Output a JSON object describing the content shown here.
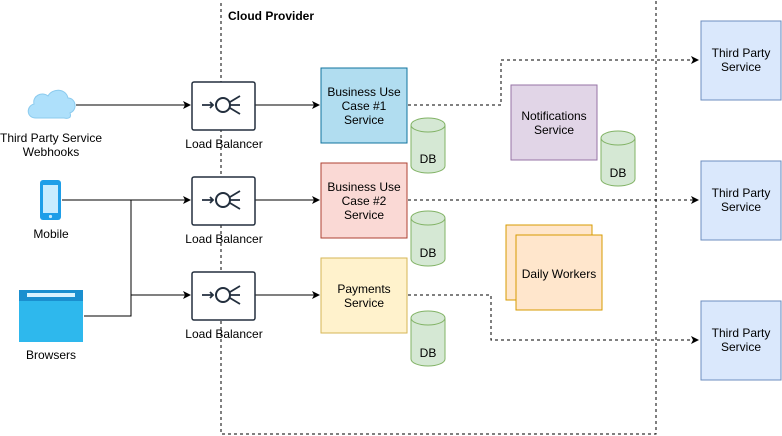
{
  "cloud": {
    "title": "Cloud Provider"
  },
  "clients": {
    "webhooks": {
      "line1": "Third Party Service",
      "line2": "Webhooks",
      "icon": "cloud-icon"
    },
    "mobile": {
      "label": "Mobile",
      "icon": "mobile-phone-icon"
    },
    "browsers": {
      "label": "Browsers",
      "icon": "browser-window-icon"
    }
  },
  "load_balancers": [
    {
      "label": "Load Balancer",
      "icon": "load-balancer-icon"
    },
    {
      "label": "Load Balancer",
      "icon": "load-balancer-icon"
    },
    {
      "label": "Load Balancer",
      "icon": "load-balancer-icon"
    }
  ],
  "services": {
    "uc1": {
      "line1": "Business Use",
      "line2": "Case #1",
      "line3": "Service",
      "fill": "#b1ddf0",
      "stroke": "#10739e"
    },
    "uc2": {
      "line1": "Business Use",
      "line2": "Case #2",
      "line3": "Service",
      "fill": "#fad9d5",
      "stroke": "#ae4132"
    },
    "payments": {
      "line1": "Payments",
      "line2": "Service",
      "fill": "#fff2cc",
      "stroke": "#d6b656"
    },
    "notifications": {
      "line1": "Notifications",
      "line2": "Service",
      "fill": "#e1d5e7",
      "stroke": "#9673a6"
    },
    "workers": {
      "label": "Daily Workers",
      "fill": "#ffe6cc",
      "stroke": "#d79b00"
    }
  },
  "databases": [
    {
      "label": "DB"
    },
    {
      "label": "DB"
    },
    {
      "label": "DB"
    },
    {
      "label": "DB"
    }
  ],
  "third_party": [
    {
      "line1": "Third Party",
      "line2": "Service"
    },
    {
      "line1": "Third Party",
      "line2": "Service"
    },
    {
      "line1": "Third Party",
      "line2": "Service"
    }
  ],
  "colors": {
    "db_fill": "#d5e8d4",
    "db_stroke": "#82b366",
    "third_party_fill": "#dae8fc",
    "third_party_stroke": "#6c8ebf",
    "lb_fill": "#ffffff",
    "lb_stroke": "#232f3e"
  }
}
